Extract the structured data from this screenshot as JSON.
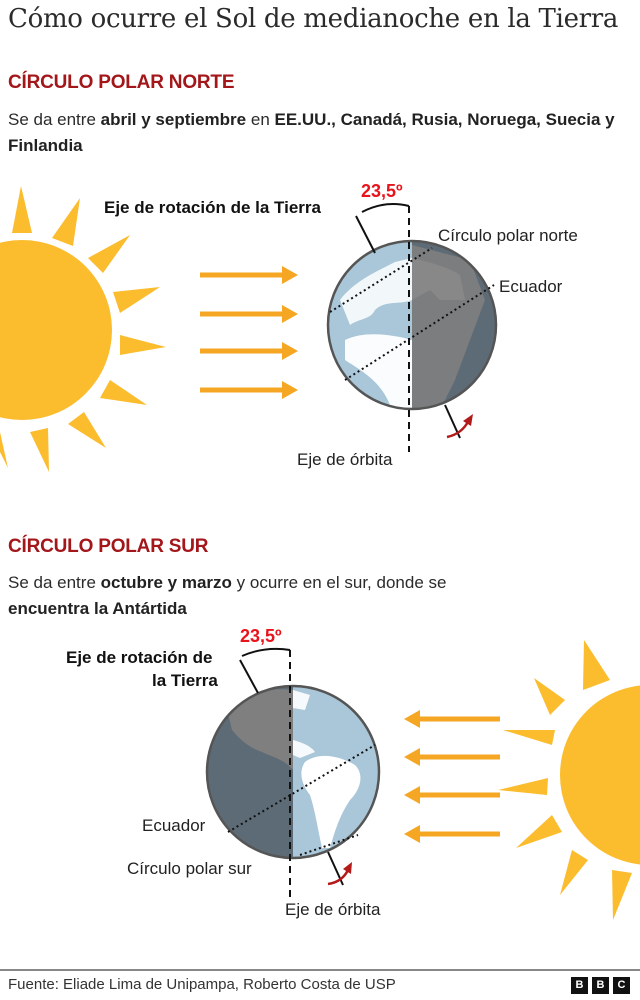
{
  "title": "Cómo ocurre el Sol de medianoche en la Tierra",
  "colors": {
    "title": "#2b2b2b",
    "section": "#a3161a",
    "angle": "#e8131b",
    "sun": "#fbbc2d",
    "arrow": "#f5a623",
    "globe_light": "#a9c7d9",
    "globe_dark": "#5d6b76",
    "globe_dark_land": "#7f7f7f",
    "rotation_arrow": "#b31b1b"
  },
  "north": {
    "heading": "CÍRCULO POLAR NORTE",
    "desc": {
      "p1": "Se da entre ",
      "b1": "abril y septiembre",
      "p2": " en ",
      "b2": "EE.UU., Canadá, Rusia, Noruega, Suecia y Finlandia"
    },
    "labels": {
      "rotation_axis": "Eje de rotación de la Tierra",
      "angle": "23,5º",
      "polar_circle": "Círculo polar norte",
      "equator": "Ecuador",
      "orbit_axis": "Eje de órbita"
    }
  },
  "south": {
    "heading": "CÍRCULO POLAR SUR",
    "desc": {
      "p1": "Se da entre ",
      "b1": "octubre y marzo",
      "p2": " y ocurre en el sur, donde se ",
      "b2": "encuentra la Antártida"
    },
    "labels": {
      "rotation_axis_line1": "Eje de rotación de",
      "rotation_axis_line2": "la Tierra",
      "angle": "23,5º",
      "equator": "Ecuador",
      "polar_circle": "Círculo polar sur",
      "orbit_axis": "Eje de órbita"
    }
  },
  "footer": {
    "source": "Fuente: Eliade Lima de Unipampa, Roberto Costa de USP",
    "logo": [
      "B",
      "B",
      "C"
    ]
  }
}
